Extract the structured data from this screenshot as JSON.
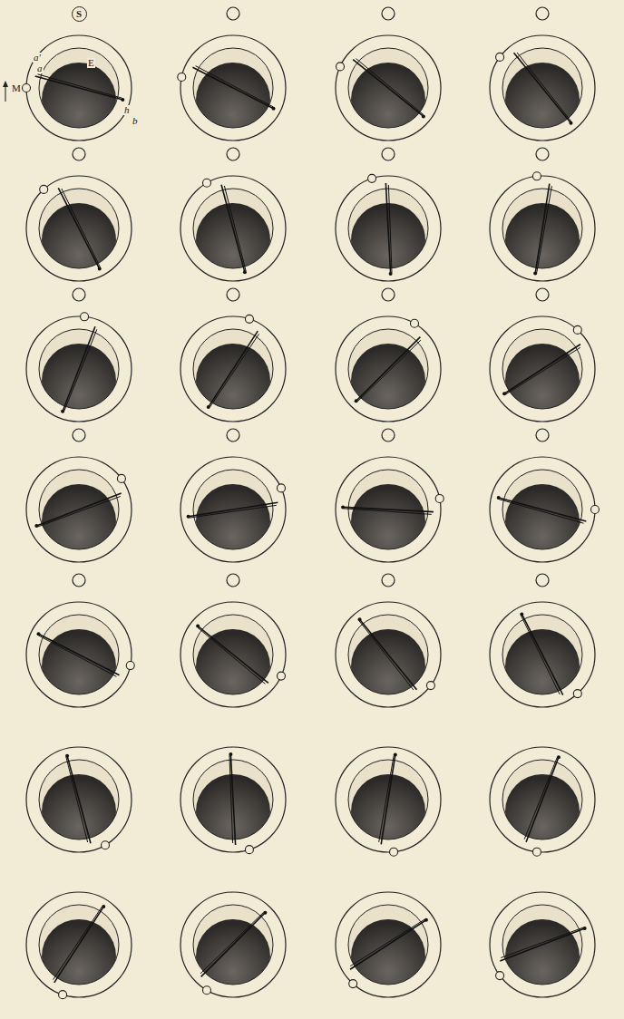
{
  "diagram": {
    "nodes": [
      {
        "text": [
          "S"
        ]
      }
    ],
    "labels": [
      "a'",
      "a",
      "M",
      "E",
      "h",
      "b"
    ]
  }
}
